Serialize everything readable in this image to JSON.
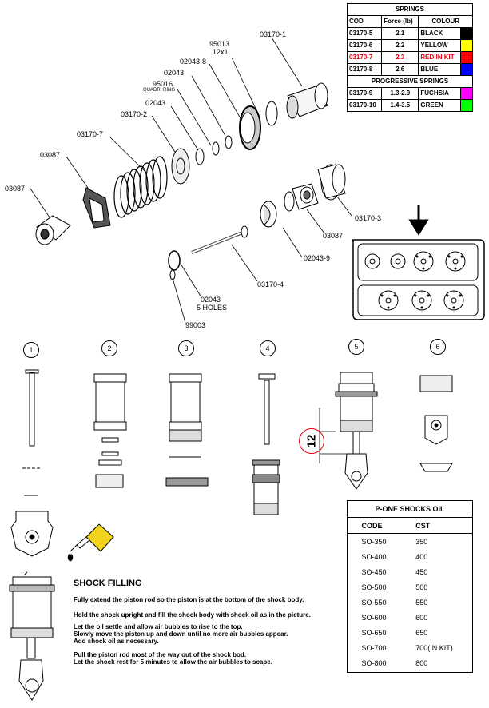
{
  "springs_table": {
    "title": "SPRINGS",
    "headers": [
      "COD",
      "Force (lb)",
      "COLOUR"
    ],
    "rows": [
      {
        "cod": "03170-5",
        "force": "2.1",
        "colour": "BLACK",
        "swatch": "#000000",
        "highlight": false
      },
      {
        "cod": "03170-6",
        "force": "2.2",
        "colour": "YELLOW",
        "swatch": "#ffff00",
        "highlight": false
      },
      {
        "cod": "03170-7",
        "force": "2.3",
        "colour": "RED IN KIT",
        "swatch": "#ff0000",
        "highlight": true
      },
      {
        "cod": "03170-8",
        "force": "2.6",
        "colour": "BLUE",
        "swatch": "#0000ff",
        "highlight": false
      }
    ],
    "progressive_title": "PROGRESSIVE SPRINGS",
    "progressive_rows": [
      {
        "cod": "03170-9",
        "force": "1.3-2.9",
        "colour": "FUCHSIA",
        "swatch": "#ff00ff"
      },
      {
        "cod": "03170-10",
        "force": "1.4-3.5",
        "colour": "GREEN",
        "swatch": "#00ff00"
      }
    ],
    "highlight_color": "#e1000f"
  },
  "part_labels": {
    "p03170_1": "03170-1",
    "p95013": "95013",
    "p12x1": "12x1",
    "p02043_8": "02043-8",
    "p02043_a": "02043",
    "p95016": "95016",
    "quadri": "QUADRI RING",
    "p02043_b": "02043",
    "p03170_2": "03170-2",
    "p03170_7": "03170-7",
    "p03087_a": "03087",
    "p03087_b": "03087",
    "p03170_3": "03170-3",
    "p03087_c": "03087",
    "p02043_9": "02043-9",
    "p03170_4": "03170-4",
    "p02043_c": "02043",
    "five_holes": "5 HOLES",
    "p99003": "99003"
  },
  "steps": [
    "1",
    "2",
    "3",
    "4",
    "5",
    "6"
  ],
  "dimension": "12",
  "oil_table": {
    "title": "P-ONE SHOCKS OIL",
    "headers": [
      "CODE",
      "CST"
    ],
    "rows": [
      [
        "SO-350",
        "350"
      ],
      [
        "SO-400",
        "400"
      ],
      [
        "SO-450",
        "450"
      ],
      [
        "SO-500",
        "500"
      ],
      [
        "SO-550",
        "550"
      ],
      [
        "SO-600",
        "600"
      ],
      [
        "SO-650",
        "650"
      ],
      [
        "SO-700",
        "700(IN KIT)"
      ],
      [
        "SO-800",
        "800"
      ]
    ]
  },
  "shock_filling": {
    "title": "SHOCK FILLING",
    "lines": [
      "Fully extend the piston rod so the piston is at the bottom of the shock body.",
      "Hold the shock upright and fill the shock body with shock oil as in the picture.",
      "Let the oil settle and allow air bubbles to rise to the top.",
      "Slowly move the piston up and down until no more air bubbles appear.",
      "Add shock oil as necessary.",
      "Pull the piston rod most of the way out of the shock bod.",
      " Let the shock rest for 5 minutes to allow the air bubbles to scape."
    ]
  },
  "colors": {
    "line": "#000000",
    "gray": "#888888",
    "dim_circle": "#e1000f",
    "oil_bottle": "#f2d21b"
  }
}
